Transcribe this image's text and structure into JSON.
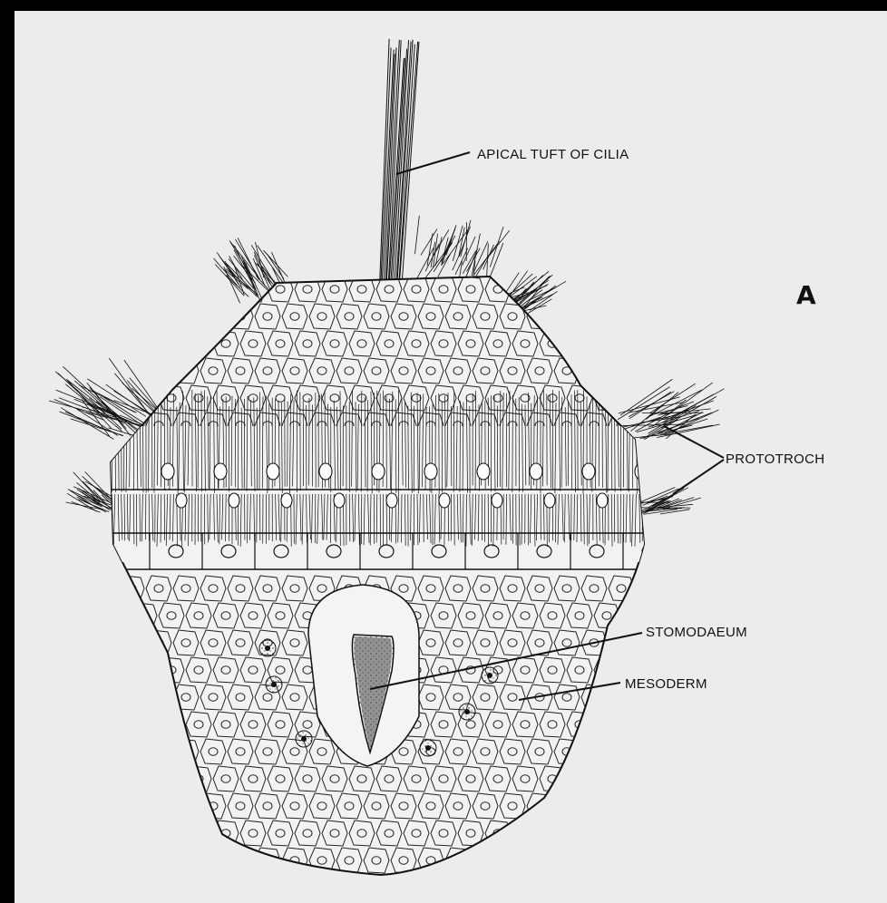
{
  "figure": {
    "panel_letter": "A",
    "labels": {
      "apical_tuft": "APICAL TUFT OF CILIA",
      "prototroch": "PROTOTROCH",
      "stomodaeum": "STOMODAEUM",
      "mesoderm": "MESODERM"
    }
  },
  "colors": {
    "background": "#000000",
    "plate": "#ececec",
    "ink": "#111111"
  }
}
